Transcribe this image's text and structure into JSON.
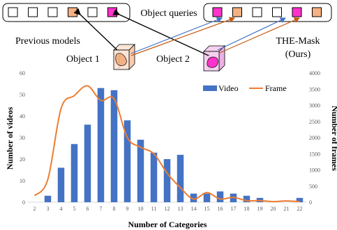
{
  "diagram": {
    "queries_label": "Object queries",
    "left_caption": "Previous models",
    "right_caption_line1": "THE-Mask",
    "right_caption_line2": "(Ours)",
    "object1_label": "Object 1",
    "object2_label": "Object 2",
    "left_box_cells": [
      "empty",
      "empty",
      "empty",
      "orange",
      "empty",
      "magenta"
    ],
    "right_box_cells": [
      "magenta",
      "orange",
      "empty",
      "empty",
      "magenta",
      "orange"
    ]
  },
  "colors": {
    "orange_cell": "#f4b183",
    "magenta_cell": "#ff33cc",
    "video_bar": "#4472c4",
    "frame_line": "#ed7d31",
    "black_arrow": "#000000",
    "blue_arrow": "#4472c4",
    "orange_arrow": "#c55a11"
  },
  "chart_data": {
    "type": "bar",
    "xlabel": "Number of Categories",
    "ylabel": "Number of videos",
    "y2label": "Number of frames",
    "ylim": [
      0,
      60
    ],
    "y2lim": [
      0,
      4000
    ],
    "yticks": [
      "0",
      "10",
      "20",
      "30",
      "40",
      "50",
      "60"
    ],
    "y2ticks": [
      "0",
      "500",
      "1000",
      "1500",
      "2000",
      "2500",
      "3000",
      "3500",
      "4000"
    ],
    "categories": [
      "2",
      "3",
      "4",
      "5",
      "6",
      "7",
      "8",
      "9",
      "10",
      "11",
      "12",
      "13",
      "14",
      "15",
      "16",
      "17",
      "18",
      "19",
      "20",
      "21",
      "22"
    ],
    "series": [
      {
        "name": "Video",
        "kind": "bar",
        "axis": "left",
        "values": [
          0,
          3,
          16,
          27,
          36,
          53,
          52,
          38,
          29,
          23,
          20,
          22,
          4,
          4,
          5,
          4,
          3,
          2,
          0,
          0,
          2
        ]
      },
      {
        "name": "Frame",
        "kind": "line",
        "axis": "right",
        "values": [
          200,
          700,
          2900,
          3300,
          3600,
          3150,
          3200,
          2000,
          1700,
          1500,
          900,
          450,
          100,
          300,
          100,
          150,
          50,
          50,
          20,
          40,
          20
        ]
      }
    ],
    "legend_position": "top-right",
    "grid": false
  }
}
